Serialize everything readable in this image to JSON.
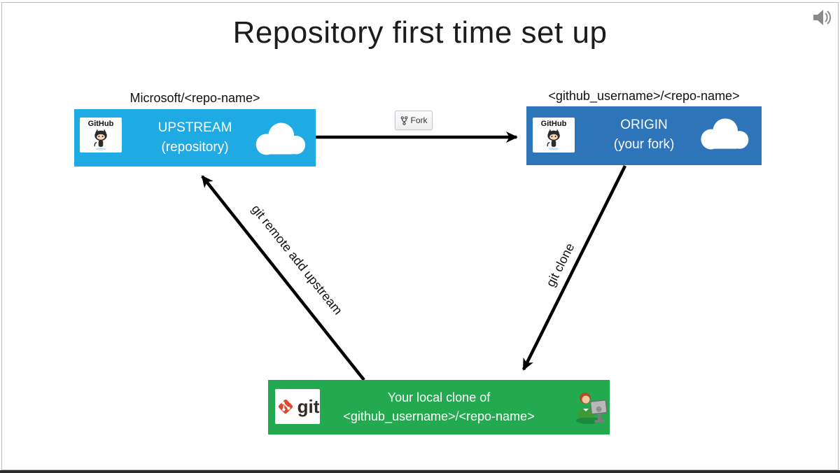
{
  "title": "Repository first time set up",
  "colors": {
    "upstream_box": "#1faae4",
    "origin_box": "#2e74b8",
    "local_box": "#23a94f",
    "arrow": "#000000",
    "git_logo_red": "#e0492f",
    "speaker_gray": "#8a8a8a"
  },
  "upstream": {
    "label_above": "Microsoft/<repo-name>",
    "name": "UPSTREAM",
    "sub": "(repository)"
  },
  "origin": {
    "label_above": "<github_username>/<repo-name>",
    "name": "ORIGIN",
    "sub": "(your fork)"
  },
  "local": {
    "line1": "Your local clone of",
    "line2": "<github_username>/<repo-name>"
  },
  "edges": {
    "fork_button_label": "Fork",
    "git_clone_label": "git clone",
    "remote_add_label": "git remote add upstream"
  },
  "logos": {
    "github_label": "GitHub",
    "git_label": "git"
  },
  "icons": {
    "speaker": "speaker-icon",
    "octocat": "octocat-icon",
    "cloud": "cloud-icon",
    "git_diamond": "git-logo-icon",
    "person": "person-at-computer-icon",
    "fork_glyph": "fork-icon"
  }
}
